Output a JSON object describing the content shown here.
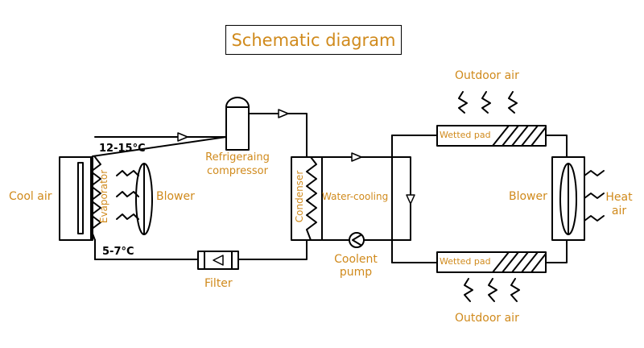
{
  "title": "Schematic diagram",
  "labels": {
    "cool_air": "Cool air",
    "blower_left": "Blower",
    "evaporator": "Evaporator",
    "temp_high": "12-15°C",
    "temp_low": "5-7°C",
    "compressor_line1": "Refrigeraing",
    "compressor_line2": "compressor",
    "filter": "Filter",
    "condenser": "Condenser",
    "water_cooling": "Water-cooling",
    "pump_line1": "Coolent",
    "pump_line2": "pump",
    "outdoor_air_top": "Outdoor air",
    "outdoor_air_bottom": "Outdoor air",
    "wetted_pad_top": "Wetted pad",
    "wetted_pad_bottom": "Wetted pad",
    "blower_right": "Blower",
    "heat_line1": "Heat",
    "heat_line2": "air"
  },
  "colors": {
    "label": "#d08a1c",
    "line": "#000000"
  }
}
